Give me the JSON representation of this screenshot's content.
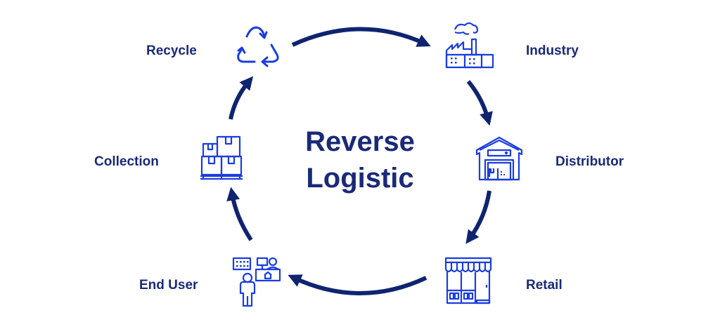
{
  "title": {
    "line1": "Reverse",
    "line2": "Logistic"
  },
  "colors": {
    "text": "#1a2a78",
    "arrow": "#0f2470",
    "icon": "#1a3de0",
    "background": "#ffffff"
  },
  "nodes": [
    {
      "id": "recycle",
      "label": "Recycle",
      "icon": "recycle-icon"
    },
    {
      "id": "industry",
      "label": "Industry",
      "icon": "factory-icon"
    },
    {
      "id": "distributor",
      "label": "Distributor",
      "icon": "warehouse-icon"
    },
    {
      "id": "retail",
      "label": "Retail",
      "icon": "storefront-icon"
    },
    {
      "id": "end-user",
      "label": "End User",
      "icon": "customer-counter-icon"
    },
    {
      "id": "collection",
      "label": "Collection",
      "icon": "stacked-boxes-icon"
    }
  ],
  "flow": [
    {
      "from": "recycle",
      "to": "industry"
    },
    {
      "from": "industry",
      "to": "distributor"
    },
    {
      "from": "distributor",
      "to": "retail"
    },
    {
      "from": "retail",
      "to": "end-user"
    },
    {
      "from": "end-user",
      "to": "collection"
    },
    {
      "from": "collection",
      "to": "recycle"
    }
  ]
}
